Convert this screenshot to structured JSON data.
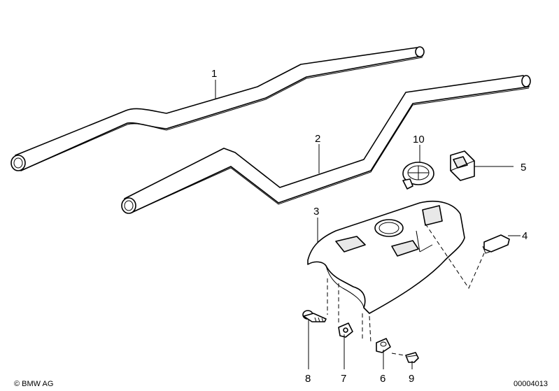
{
  "callouts": {
    "p1": "1",
    "p2": "2",
    "p3": "3",
    "p4": "4",
    "p5": "5",
    "p6": "6",
    "p7": "7",
    "p8": "8",
    "p9": "9",
    "p10": "10"
  },
  "footer": {
    "copyright": "© BMW AG",
    "drawing_number": "00004013"
  }
}
